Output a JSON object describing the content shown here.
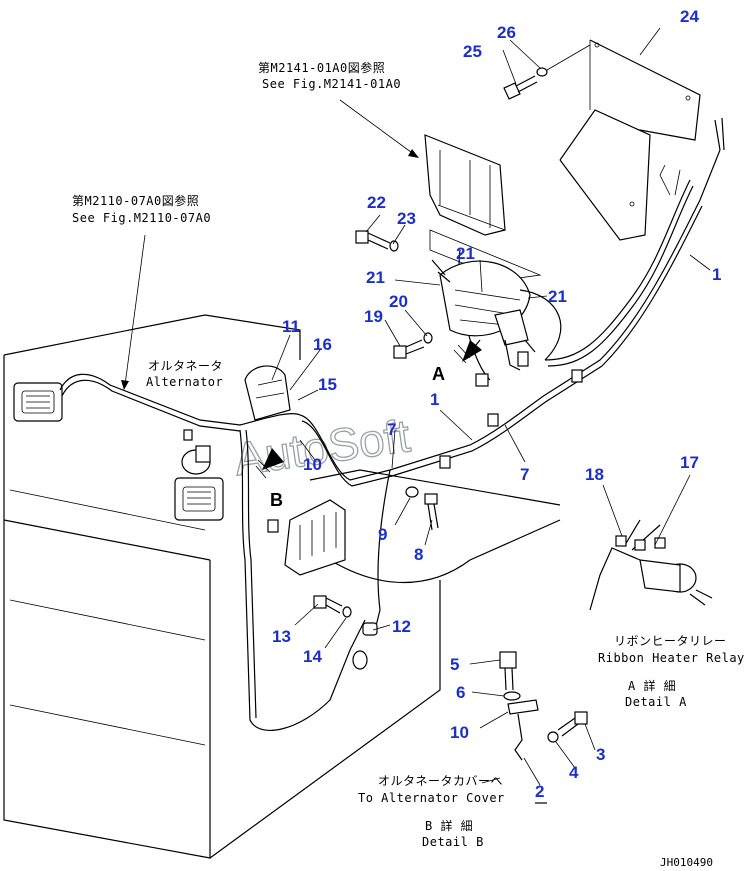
{
  "watermark": "AutoSoft",
  "drawing_code": "JH010490",
  "callouts": [
    {
      "id": "c24",
      "text": "24"
    },
    {
      "id": "c25",
      "text": "25"
    },
    {
      "id": "c26",
      "text": "26"
    },
    {
      "id": "c22",
      "text": "22"
    },
    {
      "id": "c23",
      "text": "23"
    },
    {
      "id": "c21a",
      "text": "21"
    },
    {
      "id": "c21b",
      "text": "21"
    },
    {
      "id": "c21c",
      "text": "21"
    },
    {
      "id": "c20",
      "text": "20"
    },
    {
      "id": "c19",
      "text": "19"
    },
    {
      "id": "c1a",
      "text": "1"
    },
    {
      "id": "c1b",
      "text": "1"
    },
    {
      "id": "c11",
      "text": "11"
    },
    {
      "id": "c16",
      "text": "16"
    },
    {
      "id": "c15",
      "text": "15"
    },
    {
      "id": "c7a",
      "text": "7"
    },
    {
      "id": "c7b",
      "text": "7"
    },
    {
      "id": "c10a",
      "text": "10"
    },
    {
      "id": "c9",
      "text": "9"
    },
    {
      "id": "c8",
      "text": "8"
    },
    {
      "id": "c18",
      "text": "18"
    },
    {
      "id": "c17",
      "text": "17"
    },
    {
      "id": "c13",
      "text": "13"
    },
    {
      "id": "c14",
      "text": "14"
    },
    {
      "id": "c12",
      "text": "12"
    },
    {
      "id": "c5",
      "text": "5"
    },
    {
      "id": "c6",
      "text": "6"
    },
    {
      "id": "c10b",
      "text": "10"
    },
    {
      "id": "c3",
      "text": "3"
    },
    {
      "id": "c4",
      "text": "4"
    },
    {
      "id": "c2",
      "text": "2"
    }
  ],
  "references": {
    "fig_m2141_jp": "第M2141-01A0図参照",
    "fig_m2141_en": "See Fig.M2141-01A0",
    "fig_m2110_jp": "第M2110-07A0図参照",
    "fig_m2110_en": "See Fig.M2110-07A0"
  },
  "labels": {
    "alternator_jp": "オルタネータ",
    "alternator_en": "Alternator",
    "view_a": "A",
    "view_b": "B",
    "relay_jp": "リボンヒータリレー",
    "relay_en": "Ribbon Heater Relay",
    "detail_a_jp": "A 詳 細",
    "detail_a_en": "Detail A",
    "cover_jp": "オルタネータカバーへ",
    "cover_en": "To Alternator Cover",
    "detail_b_jp": "B 詳 細",
    "detail_b_en": "Detail B"
  }
}
